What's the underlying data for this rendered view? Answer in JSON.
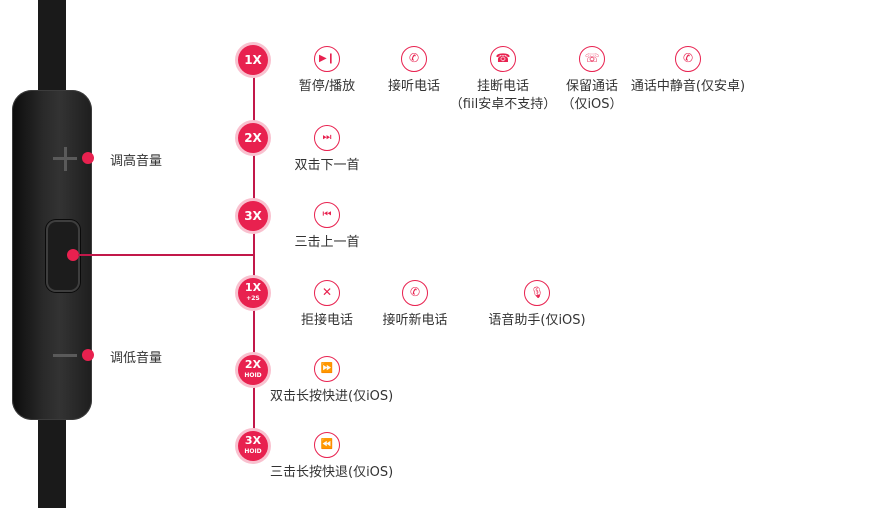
{
  "controls": {
    "volume_up_label": "调高音量",
    "volume_down_label": "调低音量"
  },
  "presses": [
    {
      "main": "1X",
      "sub": ""
    },
    {
      "main": "2X",
      "sub": ""
    },
    {
      "main": "3X",
      "sub": ""
    },
    {
      "main": "1X",
      "sub": "+2S"
    },
    {
      "main": "2X",
      "sub": "HOID"
    },
    {
      "main": "3X",
      "sub": "HOID"
    }
  ],
  "functions": {
    "row1": [
      {
        "icon": "play-pause-icon",
        "glyph": "▶❙",
        "label": "暂停/播放",
        "note": ""
      },
      {
        "icon": "phone-icon",
        "glyph": "✆",
        "label": "接听电话",
        "note": ""
      },
      {
        "icon": "hang-up-icon",
        "glyph": "☎",
        "label": "挂断电话",
        "note": "（fiil安卓不支持）"
      },
      {
        "icon": "hold-call-icon",
        "glyph": "☏",
        "label": "保留通话",
        "note": "（仅iOS）"
      },
      {
        "icon": "mute-call-icon",
        "glyph": "✆",
        "label": "通话中静音(仅安卓)",
        "note": ""
      }
    ],
    "row2": [
      {
        "icon": "next-track-icon",
        "glyph": "⏭",
        "label": "双击下一首",
        "note": ""
      }
    ],
    "row3": [
      {
        "icon": "previous-track-icon",
        "glyph": "⏮",
        "label": "三击上一首",
        "note": ""
      }
    ],
    "row4": [
      {
        "icon": "reject-call-icon",
        "glyph": "✕",
        "label": "拒接电话",
        "note": ""
      },
      {
        "icon": "answer-new-call-icon",
        "glyph": "✆",
        "label": "接听新电话",
        "note": ""
      },
      {
        "icon": "microphone-icon",
        "glyph": "🎙",
        "label": "语音助手(仅iOS)",
        "note": ""
      }
    ],
    "row5": [
      {
        "icon": "fast-forward-icon",
        "glyph": "⏩",
        "label": "双击长按快进(仅iOS)",
        "note": ""
      }
    ],
    "row6": [
      {
        "icon": "rewind-icon",
        "glyph": "⏪",
        "label": "三击长按快退(仅iOS)",
        "note": ""
      }
    ]
  },
  "colors": {
    "accent": "#e8214f",
    "accent_light": "#f9c1cf",
    "line": "#c2184a",
    "remote": "#1a1a1a"
  }
}
